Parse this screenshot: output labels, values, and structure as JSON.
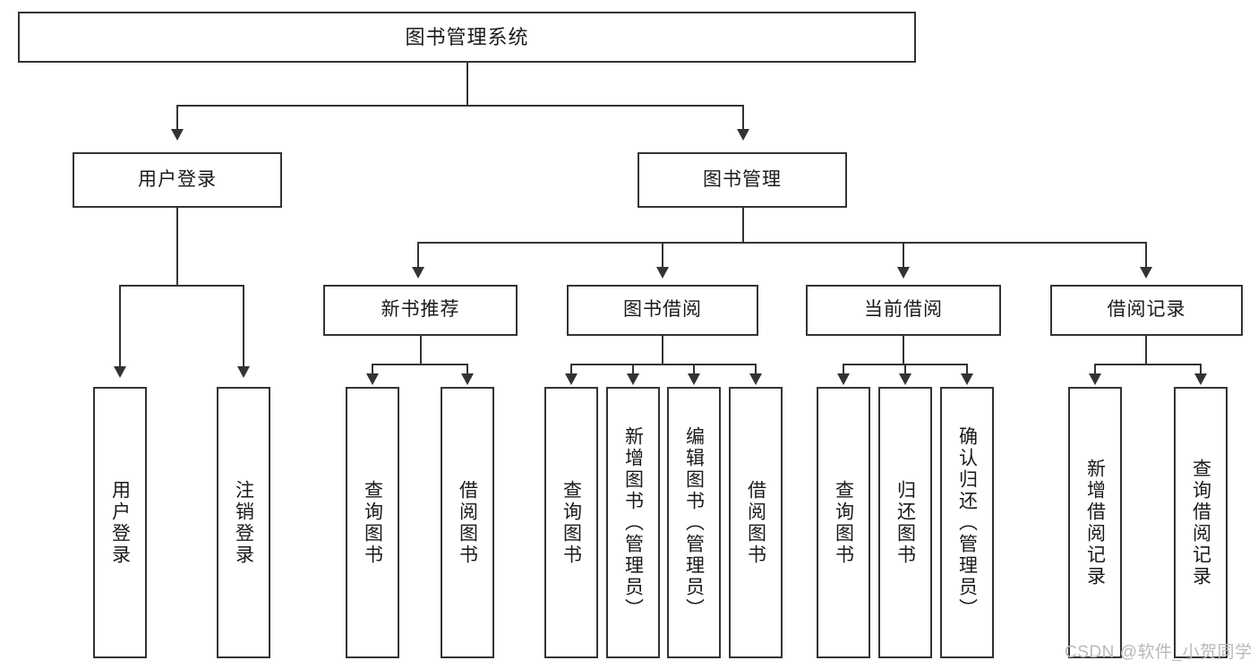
{
  "diagram": {
    "type": "tree-hierarchy-chart",
    "title": "图书管理系统",
    "orientation": "top-down",
    "colors": {
      "box_border": "#333333",
      "box_fill": "#ffffff",
      "line": "#333333",
      "text": "#1a1a1a",
      "background": "#ffffff",
      "watermark": "#b9b9b9"
    }
  },
  "nodes": {
    "root": {
      "label": "图书管理系统",
      "level": 0
    },
    "level1": [
      {
        "id": "user-login",
        "label": "用户登录"
      },
      {
        "id": "book-manage",
        "label": "图书管理"
      }
    ],
    "level2": [
      {
        "id": "new-book-recommend",
        "label": "新书推荐",
        "parent": "book-manage"
      },
      {
        "id": "book-borrow",
        "label": "图书借阅",
        "parent": "book-manage"
      },
      {
        "id": "current-borrow",
        "label": "当前借阅",
        "parent": "book-manage"
      },
      {
        "id": "borrow-record",
        "label": "借阅记录",
        "parent": "book-manage"
      }
    ],
    "leaves": {
      "user-login": [
        {
          "id": "leaf-user-login",
          "label": "用户登录"
        },
        {
          "id": "leaf-logout",
          "label": "注销登录"
        }
      ],
      "new-book-recommend": [
        {
          "id": "leaf-query-book-1",
          "label": "查询图书"
        },
        {
          "id": "leaf-borrow-book-1",
          "label": "借阅图书"
        }
      ],
      "book-borrow": [
        {
          "id": "leaf-query-book-2",
          "label": "查询图书"
        },
        {
          "id": "leaf-add-book",
          "label": "新增图书（管理员）"
        },
        {
          "id": "leaf-edit-book",
          "label": "编辑图书（管理员）"
        },
        {
          "id": "leaf-borrow-book-2",
          "label": "借阅图书"
        }
      ],
      "current-borrow": [
        {
          "id": "leaf-query-book-3",
          "label": "查询图书"
        },
        {
          "id": "leaf-return-book",
          "label": "归还图书"
        },
        {
          "id": "leaf-confirm-return",
          "label": "确认归还（管理员）"
        }
      ],
      "borrow-record": [
        {
          "id": "leaf-add-record",
          "label": "新增借阅记录"
        },
        {
          "id": "leaf-query-record",
          "label": "查询借阅记录"
        }
      ]
    }
  },
  "watermark": {
    "text": "CSDN @软件_小贺同学"
  }
}
